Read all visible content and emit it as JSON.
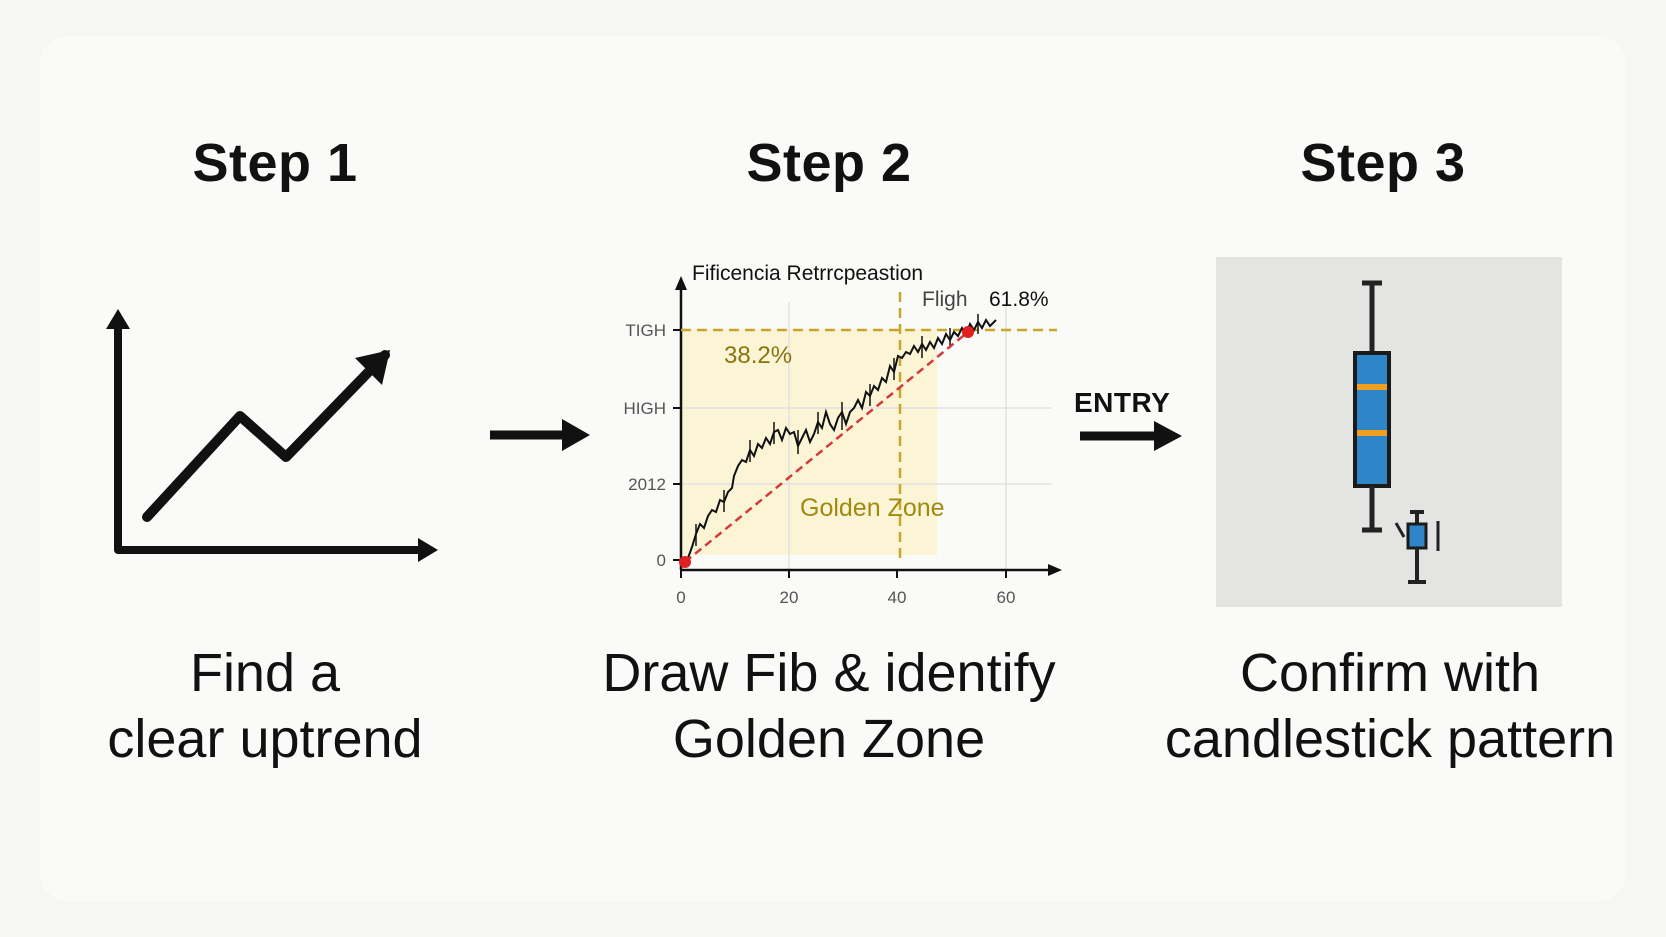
{
  "steps": [
    {
      "title": "Step 1",
      "caption": [
        "Find a",
        "clear uptrend"
      ]
    },
    {
      "title": "Step 2",
      "caption": [
        "Draw Fib & identify",
        "Golden Zone"
      ]
    },
    {
      "title": "Step 3",
      "caption": [
        "Confirm with",
        "candlestick pattern"
      ]
    }
  ],
  "chart": {
    "title": "Fificencia Retrrcpeastion",
    "y_labels": [
      "TIGH",
      "HIGH",
      "2012",
      "0"
    ],
    "x_labels": [
      "0",
      "20",
      "40",
      "60"
    ],
    "level_382": "38.2%",
    "level_618": "61.8%",
    "high_label": "Fligh",
    "zone_label": "Golden Zone"
  },
  "entry_label": "ENTRY",
  "colors": {
    "text": "#111111",
    "zone_fill": "#fbf5d6",
    "fib_line": "#c9a52a",
    "zone_text": "#a08a10",
    "trend_line": "#d33a3a",
    "candle_body": "#2e86c8",
    "candle_stripe": "#f0a01e",
    "panel_bg": "#e4e4e2"
  }
}
